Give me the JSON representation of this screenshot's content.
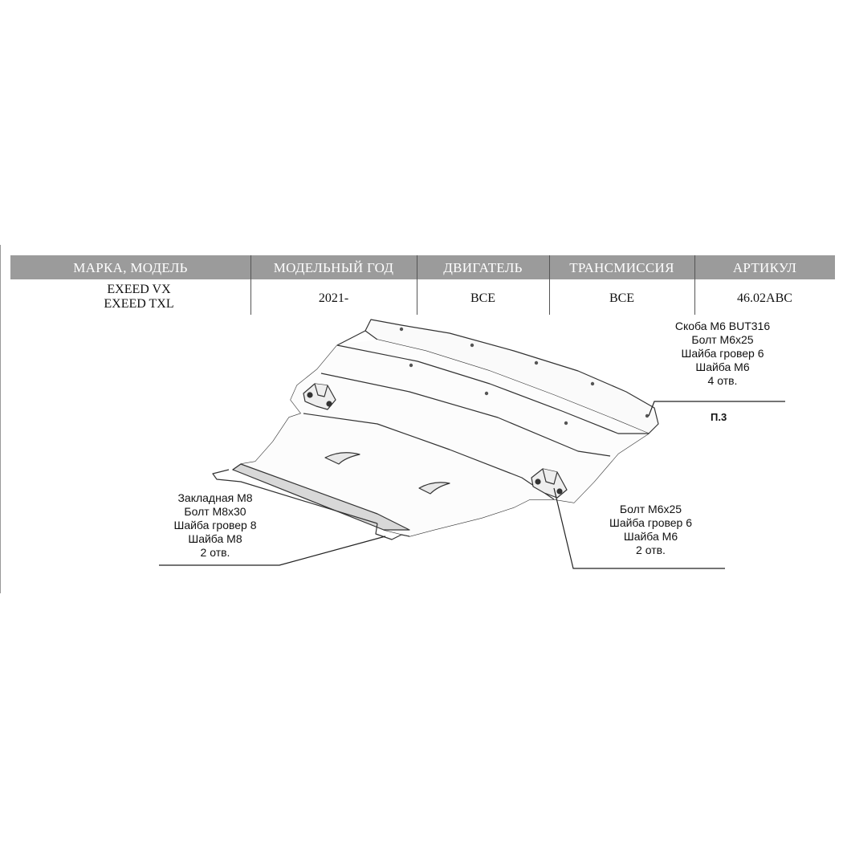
{
  "table": {
    "headers": {
      "model": "МАРКА, МОДЕЛЬ",
      "year": "МОДЕЛЬНЫЙ ГОД",
      "engine": "ДВИГАТЕЛЬ",
      "transmission": "ТРАНСМИССИЯ",
      "article": "АРТИКУЛ"
    },
    "values": {
      "model_line1": "EXEED VX",
      "model_line2": "EXEED TXL",
      "year": "2021-",
      "engine": "ВСЕ",
      "transmission": "ВСЕ",
      "article": "46.02ABC"
    }
  },
  "callouts": {
    "top_right": {
      "lines": [
        "Скоба М6 BUT316",
        "Болт М6х25",
        "Шайба гровер 6",
        "Шайба М6",
        "4 отв."
      ],
      "position_label": "П.3"
    },
    "bottom_left": {
      "lines": [
        "Закладная М8",
        "Болт М8х30",
        "Шайба гровер 8",
        "Шайба М8",
        "2 отв."
      ]
    },
    "bottom_right": {
      "lines": [
        "Болт М6х25",
        "Шайба гровер 6",
        "Шайба М6",
        "2 отв."
      ]
    }
  }
}
